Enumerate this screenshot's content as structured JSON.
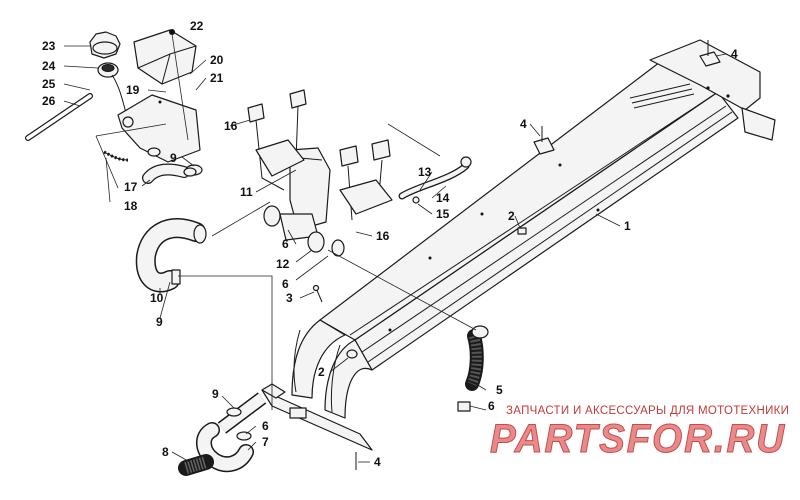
{
  "callouts": [
    {
      "id": "c23",
      "label": "23"
    },
    {
      "id": "c24",
      "label": "24"
    },
    {
      "id": "c25",
      "label": "25"
    },
    {
      "id": "c26",
      "label": "26"
    },
    {
      "id": "c22",
      "label": "22"
    },
    {
      "id": "c20",
      "label": "20"
    },
    {
      "id": "c21",
      "label": "21"
    },
    {
      "id": "c19",
      "label": "19"
    },
    {
      "id": "c16a",
      "label": "16"
    },
    {
      "id": "c16b",
      "label": "16"
    },
    {
      "id": "c9a",
      "label": "9"
    },
    {
      "id": "c9b",
      "label": "9"
    },
    {
      "id": "c9c",
      "label": "9"
    },
    {
      "id": "c17",
      "label": "17"
    },
    {
      "id": "c18",
      "label": "18"
    },
    {
      "id": "c11",
      "label": "11"
    },
    {
      "id": "c6a",
      "label": "6"
    },
    {
      "id": "c6b",
      "label": "6"
    },
    {
      "id": "c6c",
      "label": "6"
    },
    {
      "id": "c6d",
      "label": "6"
    },
    {
      "id": "c12",
      "label": "12"
    },
    {
      "id": "c10",
      "label": "10"
    },
    {
      "id": "c3",
      "label": "3"
    },
    {
      "id": "c13",
      "label": "13"
    },
    {
      "id": "c14",
      "label": "14"
    },
    {
      "id": "c15",
      "label": "15"
    },
    {
      "id": "c4a",
      "label": "4"
    },
    {
      "id": "c4b",
      "label": "4"
    },
    {
      "id": "c4c",
      "label": "4"
    },
    {
      "id": "c1",
      "label": "1"
    },
    {
      "id": "c2a",
      "label": "2"
    },
    {
      "id": "c2b",
      "label": "2"
    },
    {
      "id": "c5",
      "label": "5"
    },
    {
      "id": "c8",
      "label": "8"
    },
    {
      "id": "c7",
      "label": "7"
    }
  ],
  "watermark": {
    "subtitle": "ЗАПЧАСТИ И АКСЕССУАРЫ ДЛЯ МОТОТЕХНИКИ",
    "brand": "PARTSFOR.RU"
  }
}
